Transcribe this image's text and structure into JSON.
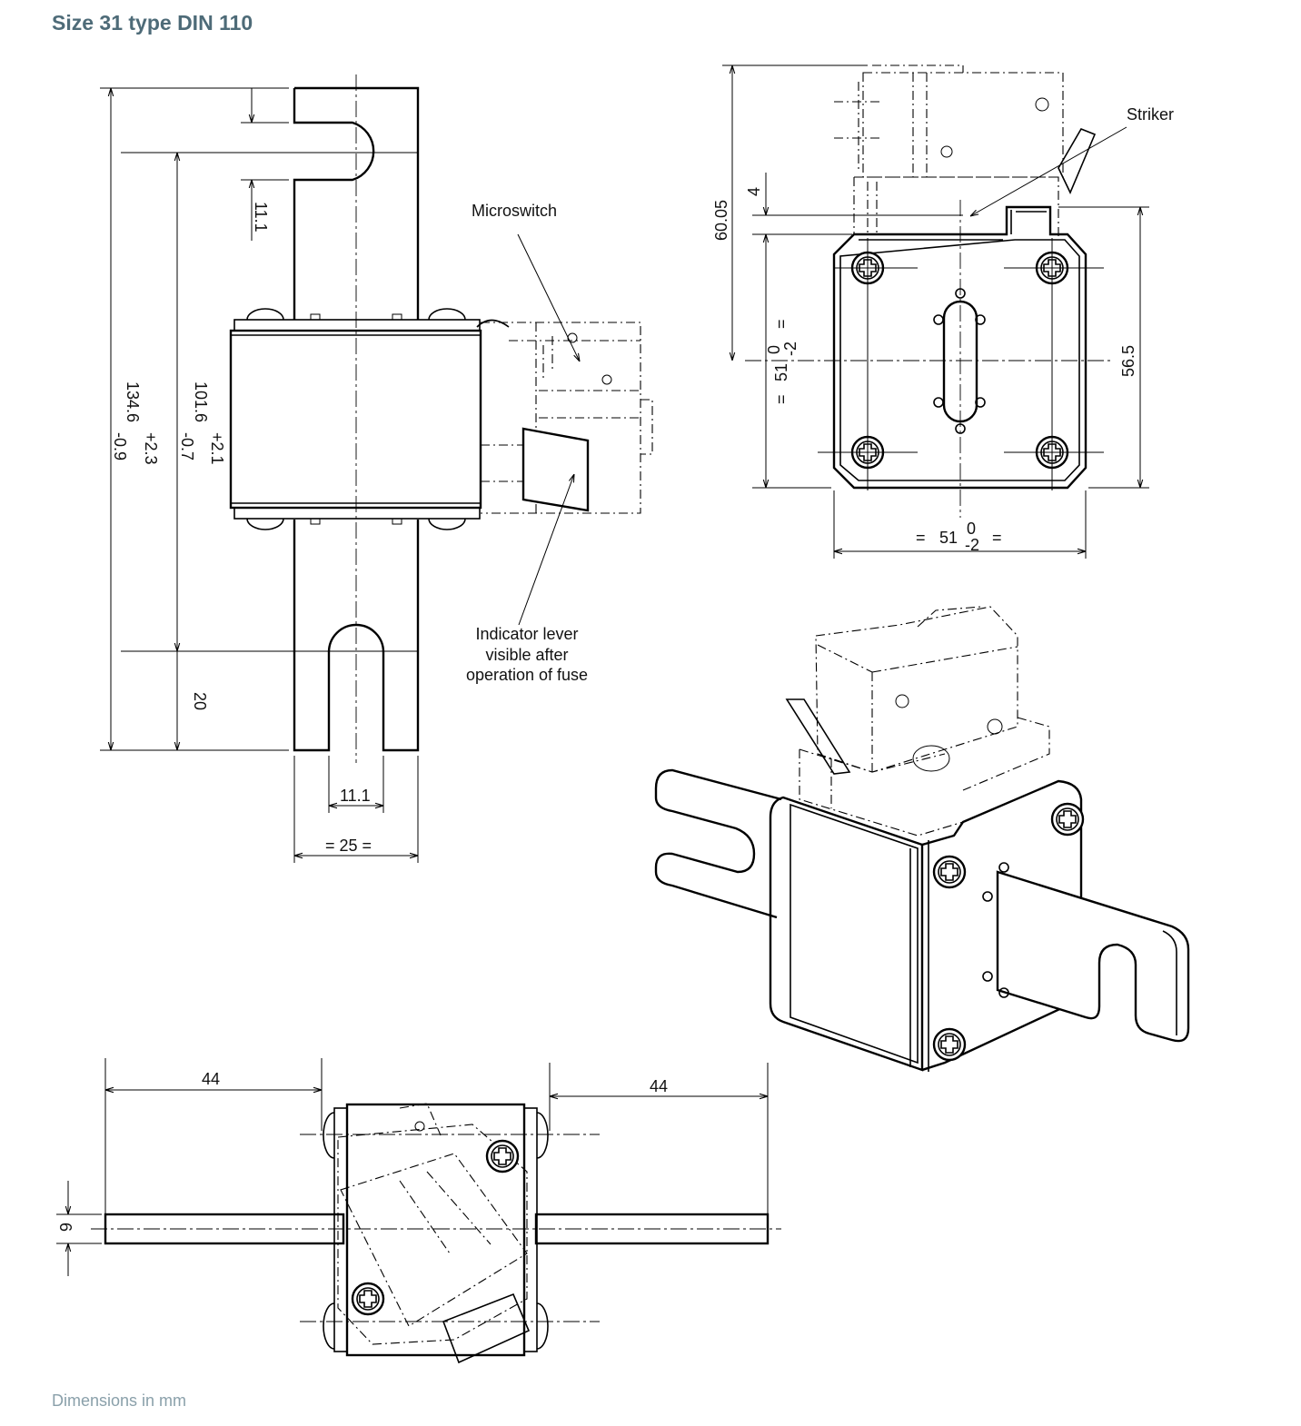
{
  "header": {
    "title": "Size 31 type DIN 110"
  },
  "footer": {
    "note": "Dimensions in mm"
  },
  "labels": {
    "microswitch": "Microswitch",
    "striker": "Striker",
    "indicator_line1": "Indicator lever",
    "indicator_line2": "visible after",
    "indicator_line3": "operation of fuse"
  },
  "front_view": {
    "dim_total_length": "134.6",
    "dim_total_tol_upper": "+2.3",
    "dim_total_tol_lower": "-0.9",
    "dim_hole_pitch": "101.6",
    "dim_pitch_tol_upper": "+2.1",
    "dim_pitch_tol_lower": "-0.7",
    "dim_slot_top": "11.1",
    "dim_tag_end": "20",
    "dim_slot_bottom": "11.1",
    "dim_blade_width": "= 25 ="
  },
  "side_view": {
    "dim_height_overall": "60.05",
    "dim_switch_offset": "4",
    "dim_body_height": "51",
    "dim_body_height_tol_upper": "0",
    "dim_body_height_tol_lower": "-2",
    "dim_body_width": "51",
    "dim_body_width_tol_upper": "0",
    "dim_body_width_tol_lower": "-2",
    "dim_right_height": "56.5",
    "equals": "="
  },
  "top_view": {
    "dim_left_tag": "44",
    "dim_right_tag": "44",
    "dim_tag_thickness": "6"
  }
}
